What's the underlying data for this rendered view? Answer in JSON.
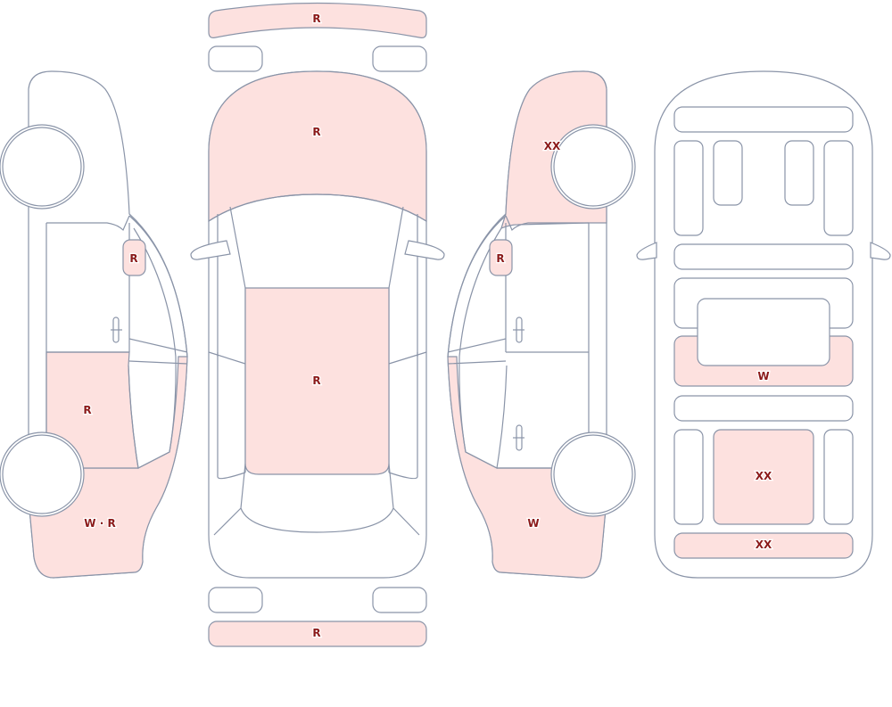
{
  "colors": {
    "damage_fill": "#fde1df",
    "outline": "#8a94a8",
    "label": "#8b1a1a"
  },
  "marks": {
    "front_bumper": "R",
    "hood": "R",
    "roof": "R",
    "rear_bumper": "R",
    "left_mirror": "R",
    "left_rear_door": "R",
    "left_rear_quarter": "W · R",
    "right_front_fender": "XX",
    "right_mirror": "R",
    "right_rear_quarter": "W",
    "floor_middle": "W",
    "floor_rear": "XX",
    "floor_trunk": "XX"
  }
}
